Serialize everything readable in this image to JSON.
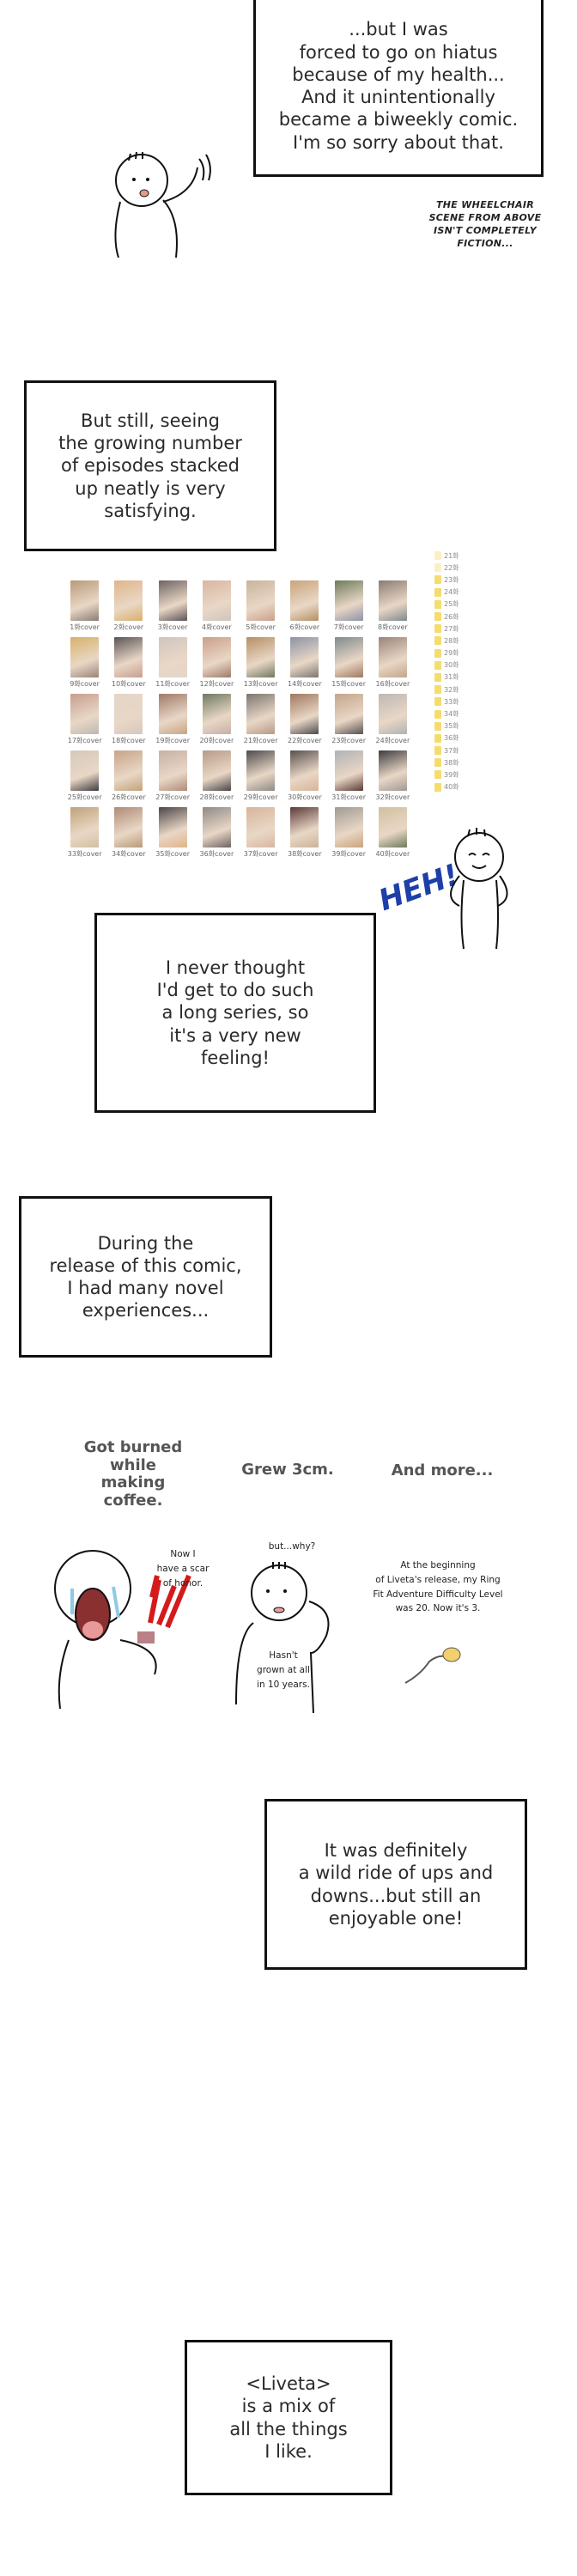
{
  "panels": {
    "hiatus_box": "...but I was\nforced to go on hiatus\nbecause of my health...\nAnd it unintentionally\nbecame a biweekly comic.\nI'm so sorry about that.",
    "wheelchair_caption": "THE WHEELCHAIR\nSCENE FROM ABOVE\nISN'T COMPLETELY\nFICTION...",
    "episodes_box": "But still, seeing\nthe growing number\nof episodes stacked\nup neatly is very\nsatisfying.",
    "heh_sfx": "HEH!",
    "long_series_box": "I never thought\nI'd get to do such\na long series, so\nit's a very new\nfeeling!",
    "experiences_box": "During the\nrelease of this comic,\nI had many novel\nexperiences...",
    "wild_ride_box": "It was definitely\na wild ride of ups and\ndowns...but still an\nenjoyable one!",
    "liveta_box": "<Liveta>\nis a mix of\nall the things\nI like."
  },
  "covers": [
    "1화cover",
    "2화cover",
    "3화cover",
    "4화cover",
    "5화cover",
    "6화cover",
    "7화cover",
    "8화cover",
    "9화cover",
    "10화cover",
    "11화cover",
    "12화cover",
    "13화cover",
    "14화cover",
    "15화cover",
    "16화cover",
    "17화cover",
    "18화cover",
    "19화cover",
    "20화cover",
    "21화cover",
    "22화cover",
    "23화cover",
    "24화cover",
    "25화cover",
    "26화cover",
    "27화cover",
    "28화cover",
    "29화cover",
    "30화cover",
    "31화cover",
    "32화cover",
    "33화cover",
    "34화cover",
    "35화cover",
    "36화cover",
    "37화cover",
    "38화cover",
    "39화cover",
    "40화cover"
  ],
  "folders": [
    "21화",
    "22화",
    "23화",
    "24화",
    "25화",
    "26화",
    "27화",
    "28화",
    "29화",
    "30화",
    "31화",
    "32화",
    "33화",
    "34화",
    "35화",
    "36화",
    "37화",
    "38화",
    "39화",
    "40화"
  ],
  "experiences": {
    "burn_title": "Got burned\nwhile making\ncoffee.",
    "burn_note": "Now I\nhave a scar\nof honor.",
    "grow_title": "Grew 3cm.",
    "grow_question": "but...why?",
    "grow_note": "Hasn't\ngrown at all\nin 10 years.",
    "more_title": "And more...",
    "more_note": "At the beginning\nof Liveta's release, my Ring\nFit Adventure Difficulty Level\nwas 20. Now it's 3."
  }
}
